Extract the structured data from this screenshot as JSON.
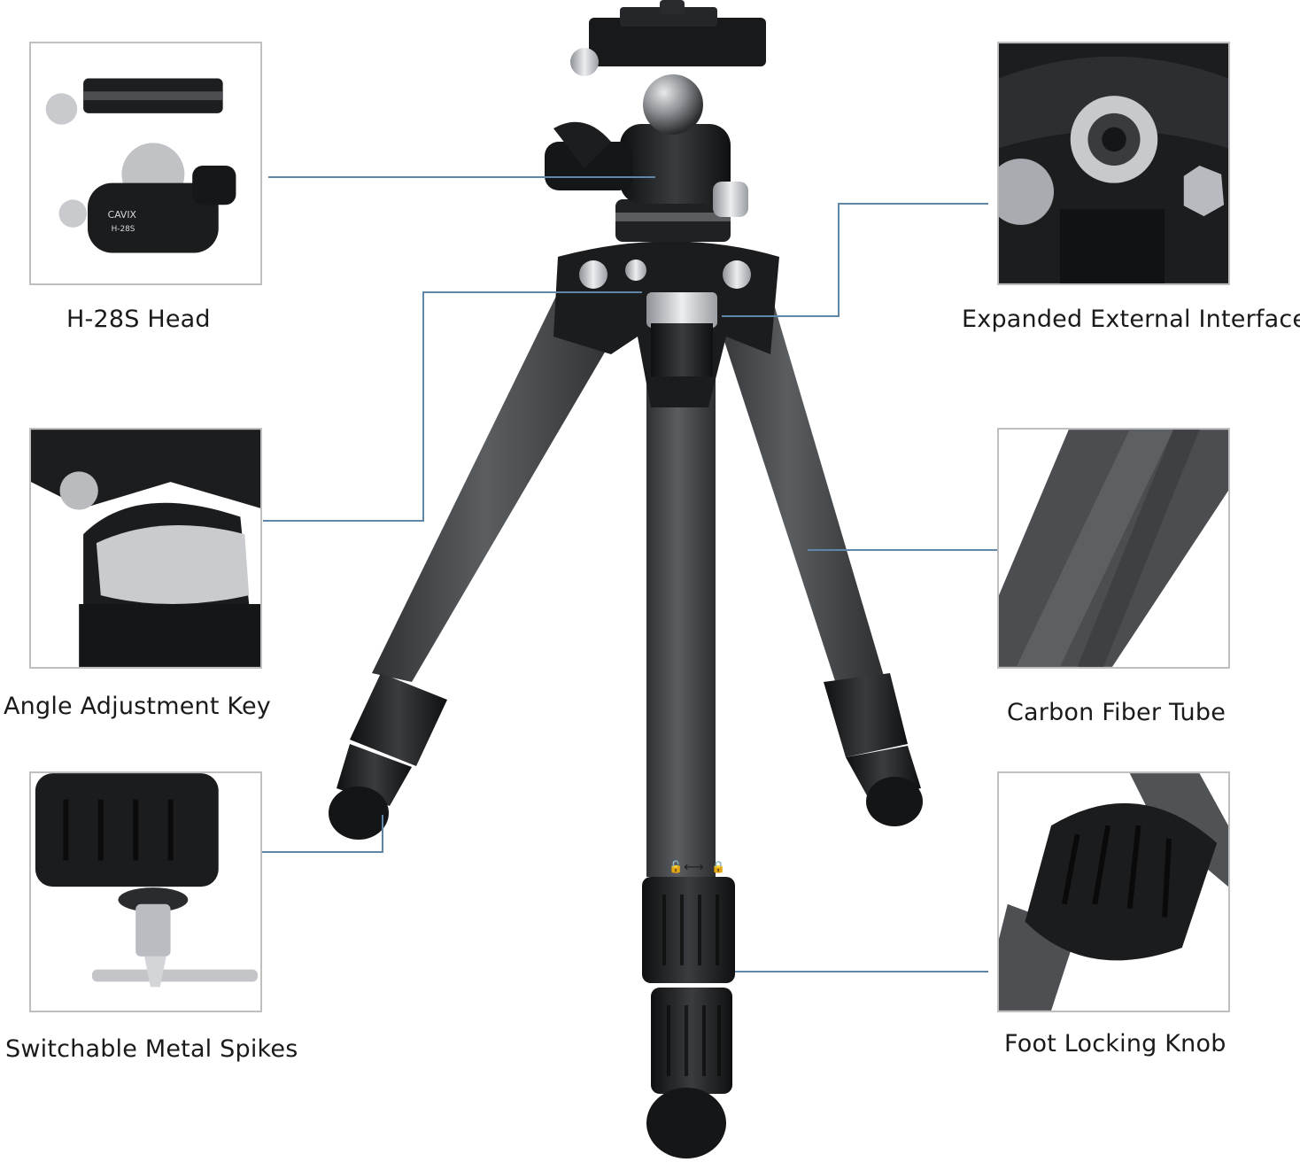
{
  "brand_text": "CAVIX",
  "model_text": "H-28S",
  "callouts": {
    "head": "H-28S Head",
    "angle_key": "Angle Adjustment Key",
    "metal_spikes": "Switchable Metal Spikes",
    "external_interface": "Expanded External Interface",
    "carbon_tube": "Carbon Fiber Tube",
    "foot_knob": "Foot Locking Knob"
  },
  "colors": {
    "leader_line": "#5f86a6",
    "panel_border": "#bfbfbf",
    "carbon": "#4a4c4f",
    "metal_dark": "#1d1e20",
    "metal_silver": "#c8cacd"
  },
  "icons": [
    "unlock-icon",
    "double-arrow-icon",
    "lock-icon"
  ]
}
